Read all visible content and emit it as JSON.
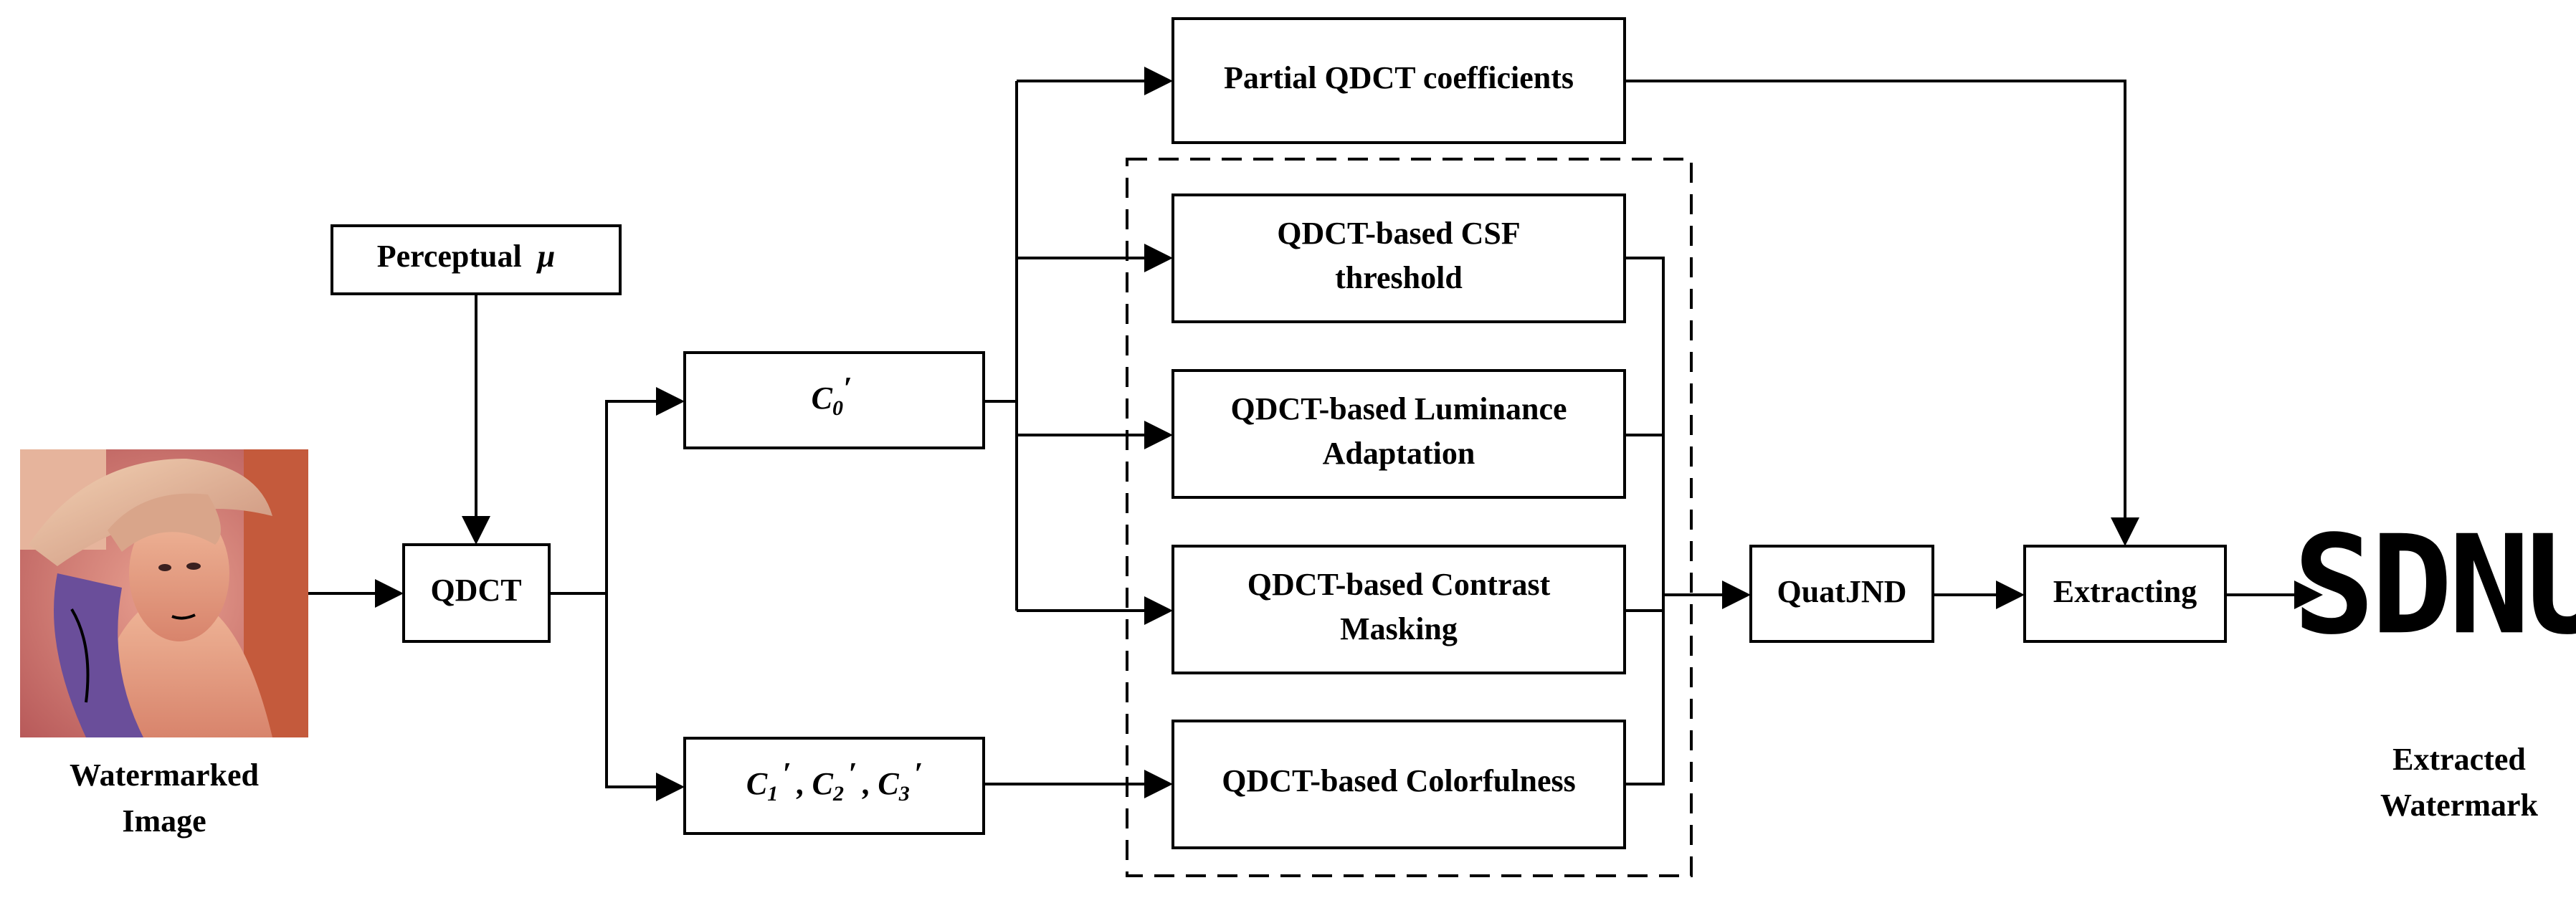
{
  "nodes": {
    "perceptual": {
      "text": "Perceptual",
      "symbol": "μ"
    },
    "qdct": "QDCT",
    "c0": {
      "base": "C",
      "sub": "0",
      "prime": "′"
    },
    "c123": {
      "c1": "C",
      "s1": "1",
      "c2": "C",
      "s2": "2",
      "c3": "C",
      "s3": "3",
      "prime": "′",
      "sep": ","
    },
    "partial": "Partial QDCT coefficients",
    "csf": [
      "QDCT-based CSF",
      "threshold"
    ],
    "luminance": [
      "QDCT-based Luminance",
      "Adaptation"
    ],
    "contrast": [
      "QDCT-based Contrast",
      "Masking"
    ],
    "colorfulness": "QDCT-based Colorfulness",
    "quatjnd": "QuatJND",
    "extracting": "Extracting"
  },
  "labels": {
    "watermarked": [
      "Watermarked",
      "Image"
    ],
    "extracted": [
      "Extracted",
      "Watermark"
    ]
  },
  "extracted_watermark_text": "SDNU",
  "image_alt": "Lena"
}
